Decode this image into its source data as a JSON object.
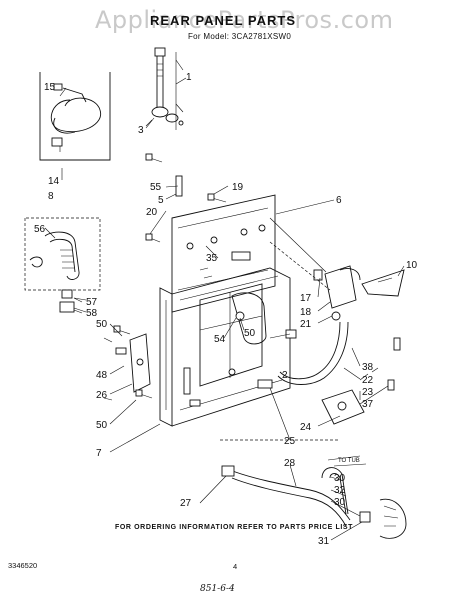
{
  "watermark": "AppliancePartsPros.com",
  "header": {
    "title": "REAR PANEL PARTS",
    "model": "For Model: 3CA2781XSW0"
  },
  "callouts": [
    {
      "id": "c1",
      "label": "1"
    },
    {
      "id": "c2",
      "label": "2"
    },
    {
      "id": "c3",
      "label": "3"
    },
    {
      "id": "c5",
      "label": "5"
    },
    {
      "id": "c6",
      "label": "6"
    },
    {
      "id": "c7",
      "label": "7"
    },
    {
      "id": "c8",
      "label": "8"
    },
    {
      "id": "c10",
      "label": "10"
    },
    {
      "id": "c14",
      "label": "14"
    },
    {
      "id": "c15",
      "label": "15"
    },
    {
      "id": "c17",
      "label": "17"
    },
    {
      "id": "c18",
      "label": "18"
    },
    {
      "id": "c19",
      "label": "19"
    },
    {
      "id": "c20",
      "label": "20"
    },
    {
      "id": "c21",
      "label": "21"
    },
    {
      "id": "c22",
      "label": "22"
    },
    {
      "id": "c23",
      "label": "23"
    },
    {
      "id": "c24",
      "label": "24"
    },
    {
      "id": "c25",
      "label": "25"
    },
    {
      "id": "c26",
      "label": "26"
    },
    {
      "id": "c27",
      "label": "27"
    },
    {
      "id": "c28",
      "label": "28"
    },
    {
      "id": "c30a",
      "label": "30"
    },
    {
      "id": "c30b",
      "label": "30"
    },
    {
      "id": "c31",
      "label": "31"
    },
    {
      "id": "c32",
      "label": "32"
    },
    {
      "id": "c35",
      "label": "35"
    },
    {
      "id": "c37",
      "label": "37"
    },
    {
      "id": "c38",
      "label": "38"
    },
    {
      "id": "c48",
      "label": "48"
    },
    {
      "id": "c50a",
      "label": "50"
    },
    {
      "id": "c50b",
      "label": "50"
    },
    {
      "id": "c50c",
      "label": "50"
    },
    {
      "id": "c54",
      "label": "54"
    },
    {
      "id": "c55",
      "label": "55"
    },
    {
      "id": "c56",
      "label": "56"
    },
    {
      "id": "c57",
      "label": "57"
    },
    {
      "id": "c58",
      "label": "58"
    }
  ],
  "hose_tag": "TO TUB",
  "footer": {
    "note": "FOR ORDERING INFORMATION REFER TO PARTS PRICE LIST",
    "part_number": "3346520",
    "page": "4",
    "signature": "851-6-4"
  }
}
